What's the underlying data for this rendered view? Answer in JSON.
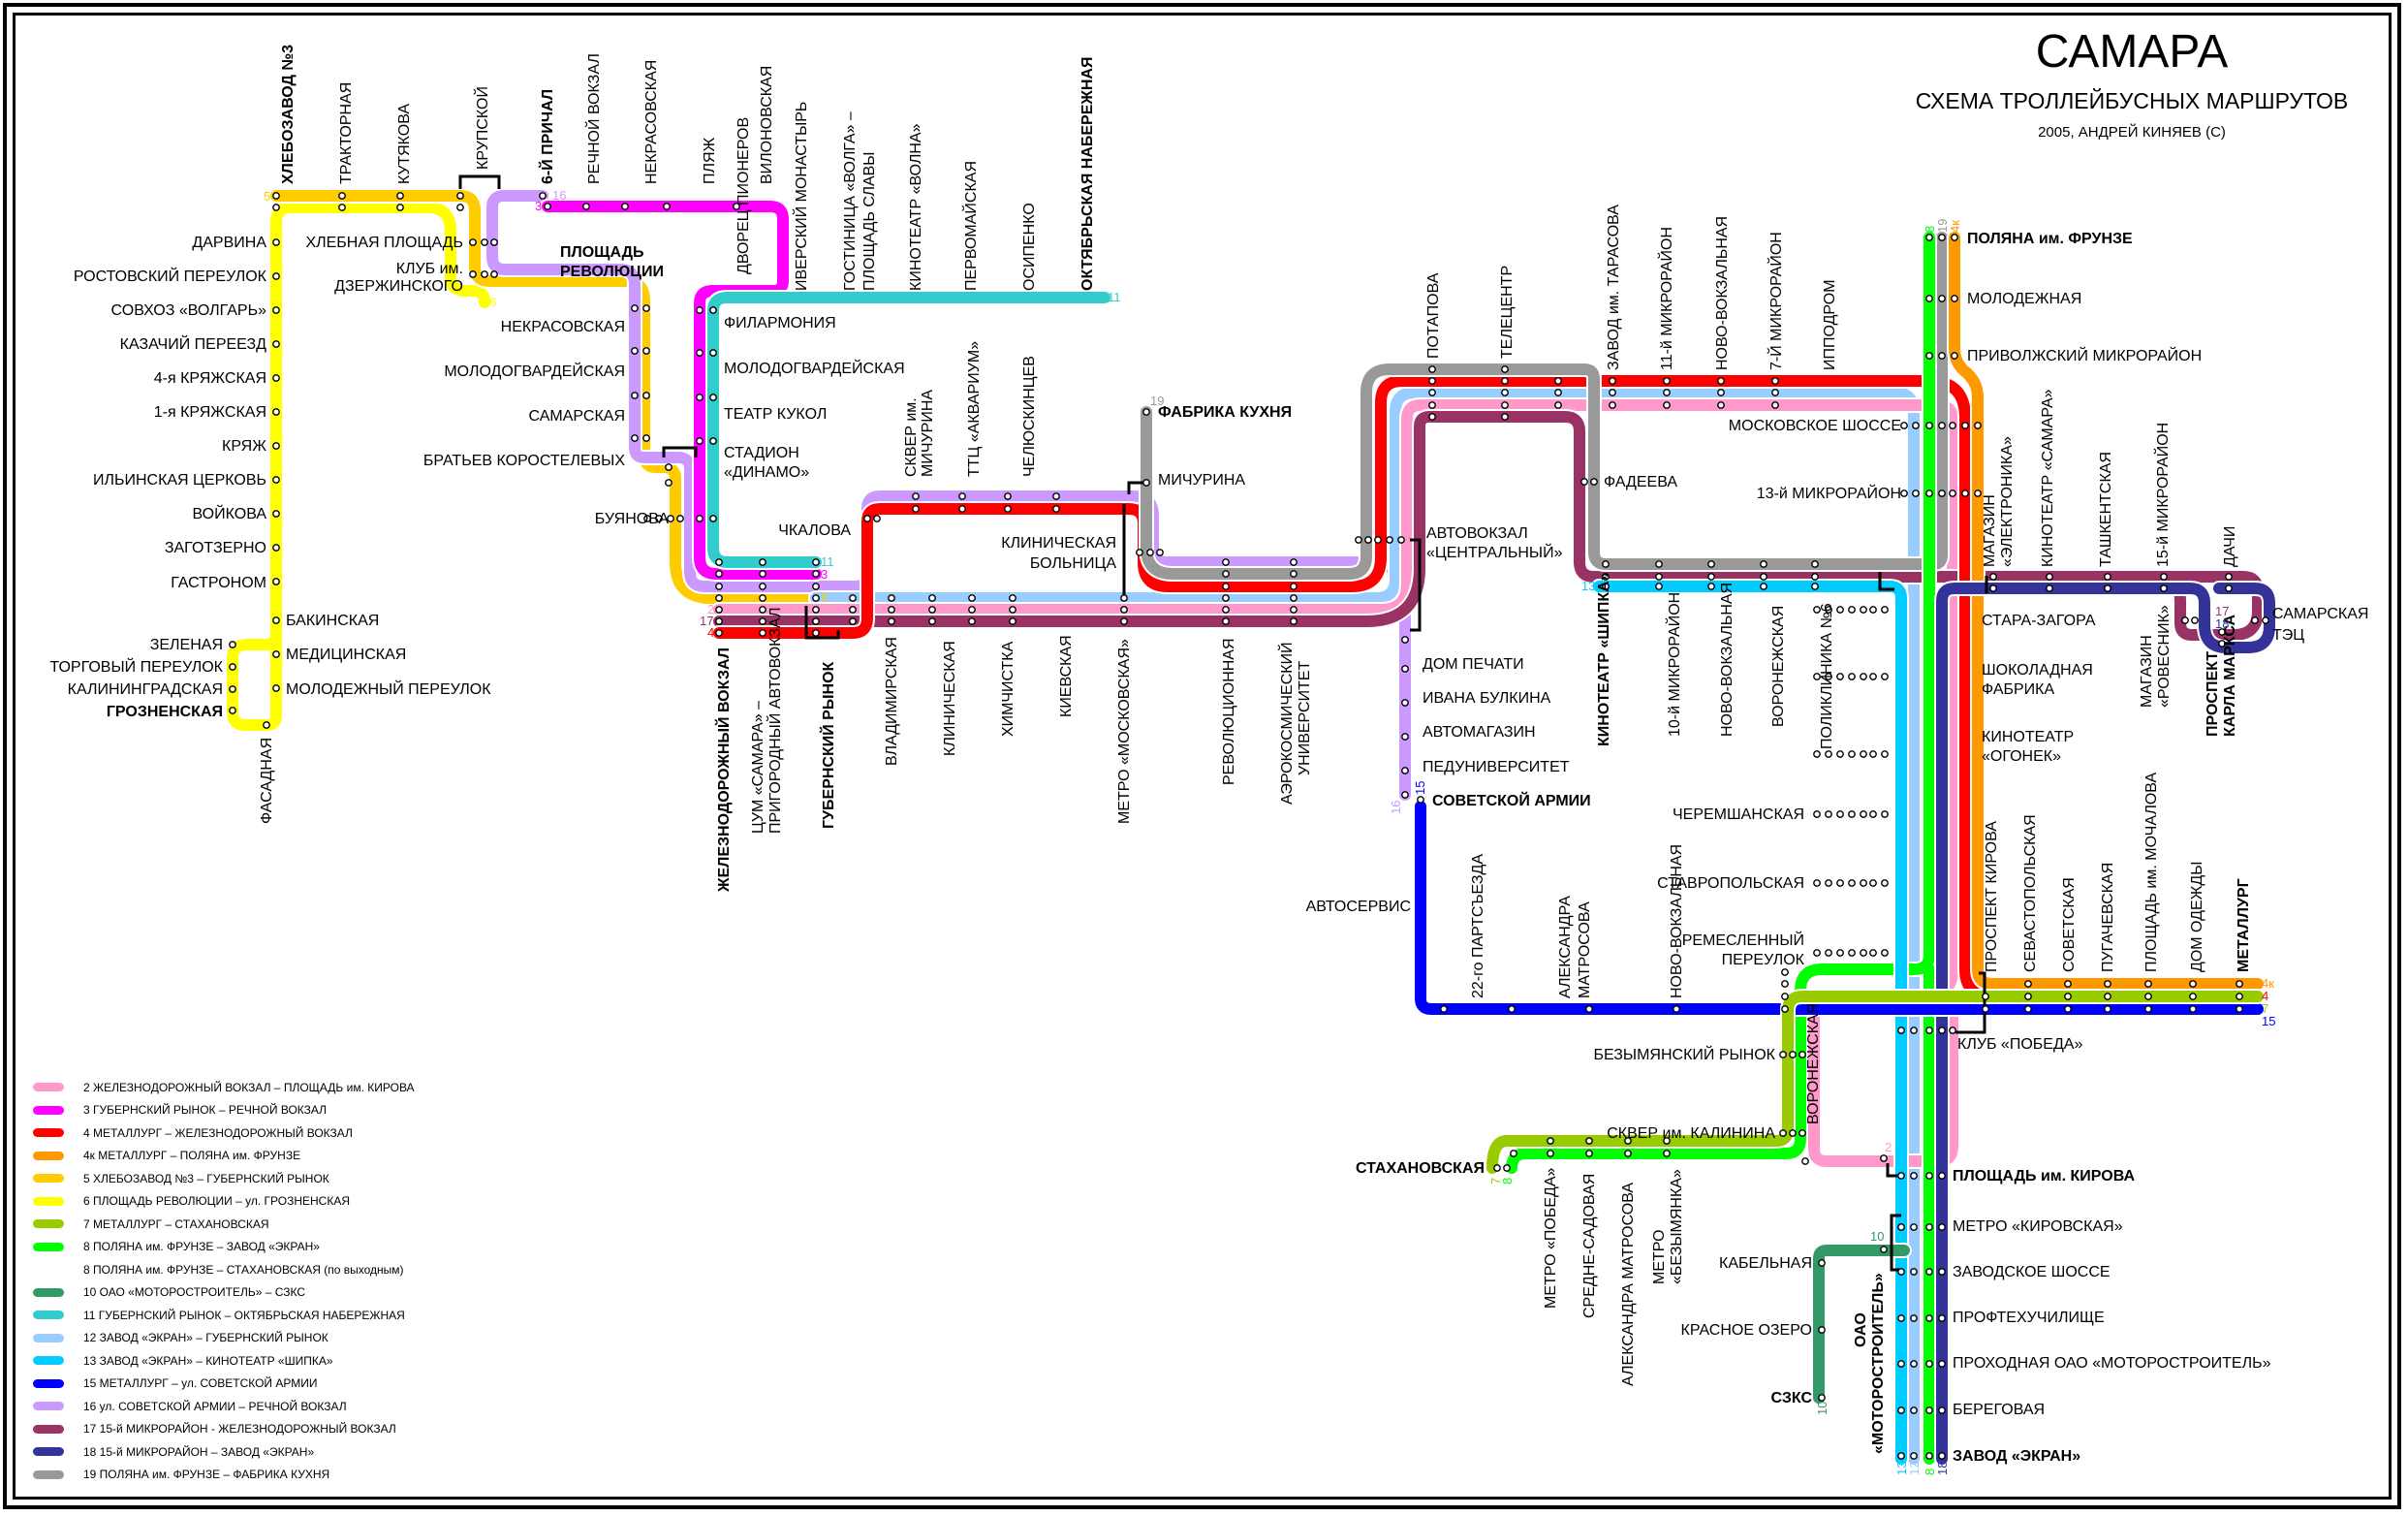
{
  "title": {
    "city": "САМАРА",
    "subtitle": "СХЕМА ТРОЛЛЕЙБУСНЫХ МАРШРУТОВ",
    "credit": "2005, АНДРЕЙ КИНЯЕВ (С)"
  },
  "routes": {
    "r2": {
      "number": "2",
      "color": "#ff99cc",
      "name": "ЖЕЛЕЗНОДОРОЖНЫЙ ВОКЗАЛ – ПЛОЩАДЬ им. КИРОВА"
    },
    "r3": {
      "number": "3",
      "color": "#ff00ff",
      "name": "ГУБЕРНСКИЙ РЫНОК – РЕЧНОЙ ВОКЗАЛ"
    },
    "r4": {
      "number": "4",
      "color": "#ff0000",
      "name": "МЕТАЛЛУРГ – ЖЕЛЕЗНОДОРОЖНЫЙ ВОКЗАЛ"
    },
    "r4k": {
      "number": "4к",
      "color": "#ff9900",
      "name": "МЕТАЛЛУРГ – ПОЛЯНА им. ФРУНЗЕ"
    },
    "r5": {
      "number": "5",
      "color": "#ffcc00",
      "name": "ХЛЕБОЗАВОД №3 – ГУБЕРНСКИЙ РЫНОК"
    },
    "r6": {
      "number": "6",
      "color": "#ffff00",
      "name": "ПЛОЩАДЬ РЕВОЛЮЦИИ – ул. ГРОЗНЕНСКАЯ"
    },
    "r7": {
      "number": "7",
      "color": "#99cc00",
      "name": "МЕТАЛЛУРГ – СТАХАНОВСКАЯ"
    },
    "r8": {
      "number": "8",
      "color": "#00ff00",
      "name": "ПОЛЯНА им. ФРУНЗЕ – ЗАВОД «ЭКРАН»"
    },
    "r8w": {
      "number": "8",
      "color": "",
      "name": "ПОЛЯНА им. ФРУНЗЕ – СТАХАНОВСКАЯ (по выходным)"
    },
    "r10": {
      "number": "10",
      "color": "#339966",
      "name": "ОАО «МОТОРОСТРОИТЕЛЬ» – СЗКС"
    },
    "r11": {
      "number": "11",
      "color": "#33cccc",
      "name": "ГУБЕРНСКИЙ РЫНОК – ОКТЯБРЬСКАЯ НАБЕРЕЖНАЯ"
    },
    "r12": {
      "number": "12",
      "color": "#99ccff",
      "name": "ЗАВОД «ЭКРАН» – ГУБЕРНСКИЙ РЫНОК"
    },
    "r13": {
      "number": "13",
      "color": "#00ccff",
      "name": "ЗАВОД «ЭКРАН» – КИНОТЕАТР «ШИПКА»"
    },
    "r15": {
      "number": "15",
      "color": "#0000ff",
      "name": "МЕТАЛЛУРГ – ул. СОВЕТСКОЙ АРМИИ"
    },
    "r16": {
      "number": "16",
      "color": "#cc99ff",
      "name": "ул. СОВЕТСКОЙ АРМИИ – РЕЧНОЙ ВОКЗАЛ"
    },
    "r17": {
      "number": "17",
      "color": "#993366",
      "name": "15-й МИКРОРАЙОН - ЖЕЛЕЗНОДОРОЖНЫЙ ВОКЗАЛ"
    },
    "r18": {
      "number": "18",
      "color": "#333399",
      "name": "15-й МИКРОРАЙОН – ЗАВОД «ЭКРАН»"
    },
    "r19": {
      "number": "19",
      "color": "#999999",
      "name": "ПОЛЯНА им. ФРУНЗЕ – ФАБРИКА КУХНЯ"
    }
  },
  "legend": [
    {
      "text": "2 ЖЕЛЕЗНОДОРОЖНЫЙ ВОКЗАЛ – ПЛОЩАДЬ им. КИРОВА",
      "color": "#ff99cc"
    },
    {
      "text": "3 ГУБЕРНСКИЙ РЫНОК – РЕЧНОЙ ВОКЗАЛ",
      "color": "#ff00ff"
    },
    {
      "text": "4 МЕТАЛЛУРГ – ЖЕЛЕЗНОДОРОЖНЫЙ ВОКЗАЛ",
      "color": "#ff0000"
    },
    {
      "text": "4к МЕТАЛЛУРГ – ПОЛЯНА им. ФРУНЗЕ",
      "color": "#ff9900"
    },
    {
      "text": "5 ХЛЕБОЗАВОД №3 – ГУБЕРНСКИЙ РЫНОК",
      "color": "#ffcc00"
    },
    {
      "text": "6 ПЛОЩАДЬ РЕВОЛЮЦИИ – ул. ГРОЗНЕНСКАЯ",
      "color": "#ffff00"
    },
    {
      "text": "7 МЕТАЛЛУРГ – СТАХАНОВСКАЯ",
      "color": "#99cc00"
    },
    {
      "text": "8 ПОЛЯНА им. ФРУНЗЕ – ЗАВОД «ЭКРАН»",
      "color": "#00ff00"
    },
    {
      "text": "8 ПОЛЯНА им. ФРУНЗЕ – СТАХАНОВСКАЯ (по выходным)",
      "color": ""
    },
    {
      "text": "10 ОАО «МОТОРОСТРОИТЕЛЬ» – СЗКС",
      "color": "#339966"
    },
    {
      "text": "11 ГУБЕРНСКИЙ РЫНОК – ОКТЯБРЬСКАЯ НАБЕРЕЖНАЯ",
      "color": "#33cccc"
    },
    {
      "text": "12 ЗАВОД «ЭКРАН» – ГУБЕРНСКИЙ РЫНОК",
      "color": "#99ccff"
    },
    {
      "text": "13 ЗАВОД «ЭКРАН» – КИНОТЕАТР «ШИПКА»",
      "color": "#00ccff"
    },
    {
      "text": "15 МЕТАЛЛУРГ – ул. СОВЕТСКОЙ АРМИИ",
      "color": "#0000ff"
    },
    {
      "text": "16 ул. СОВЕТСКОЙ АРМИИ – РЕЧНОЙ ВОКЗАЛ",
      "color": "#cc99ff"
    },
    {
      "text": "17 15-й МИКРОРАЙОН - ЖЕЛЕЗНОДОРОЖНЫЙ ВОКЗАЛ",
      "color": "#993366"
    },
    {
      "text": "18 15-й МИКРОРАЙОН – ЗАВОД «ЭКРАН»",
      "color": "#333399"
    },
    {
      "text": "19 ПОЛЯНА им. ФРУНЗЕ – ФАБРИКА КУХНЯ",
      "color": "#999999"
    }
  ],
  "stations": {
    "hlebozavod": "ХЛЕБОЗАВОД №3",
    "traktornaya": "ТРАКТОРНАЯ",
    "kutyakova": "КУТЯКОВА",
    "krupskoy": "КРУПСКОЙ",
    "prichal6": "6-Й ПРИЧАЛ",
    "rechnoy": "РЕЧНОЙ ВОКЗАЛ",
    "nekrasovskaya_top": "НЕКРАСОВСКАЯ",
    "plyazh": "ПЛЯЖ",
    "dvorets": "ДВОРЕЦ ПИОНЕРОВ",
    "vilonovskaya": "ВИЛОНОВСКАЯ",
    "iversky": "ИВЕРСКИЙ МОНАСТЫРЬ",
    "gostinitsa": "ГОСТИНИЦА «ВОЛГА» –",
    "gostinitsa2": "ПЛОЩАДЬ СЛАВЫ",
    "volna": "КИНОТЕАТР «ВОЛНА»",
    "pervomayskaya": "ПЕРВОМАЙСКАЯ",
    "osipenko": "ОСИПЕНКО",
    "oktyabrskaya": "ОКТЯБРЬСКАЯ НАБЕРЕЖНАЯ",
    "darvina": "ДАРВИНА",
    "rostovsky": "РОСТОВСКИЙ ПЕРЕУЛОК",
    "sovhoz": "СОВХОЗ «ВОЛГАРЬ»",
    "kazachiy": "КАЗАЧИЙ ПЕРЕЕЗД",
    "kryazhskaya4": "4-я КРЯЖСКАЯ",
    "kryazhskaya1": "1-я КРЯЖСКАЯ",
    "kryazh": "КРЯЖ",
    "ilyinskaya": "ИЛЬИНСКАЯ ЦЕРКОВЬ",
    "voykova": "ВОЙКОВА",
    "zagotzerno": "ЗАГОТЗЕРНО",
    "gastronom": "ГАСТРОНОМ",
    "bakinskaya": "БАКИНСКАЯ",
    "zelenaya": "ЗЕЛЕНАЯ",
    "torgovy": "ТОРГОВЫЙ ПЕРЕУЛОК",
    "meditsinskaya": "МЕДИЦИНСКАЯ",
    "kaliningradskaya": "КАЛИНИНГРАДСКАЯ",
    "molodezhny_per": "МОЛОДЕЖНЫЙ ПЕРЕУЛОК",
    "groznenskaya": "ГРОЗНЕНСКАЯ",
    "fasadnaya": "ФАСАДНАЯ",
    "hlebnaya": "ХЛЕБНАЯ ПЛОЩАДЬ",
    "klub_dz1": "КЛУБ им.",
    "klub_dz2": "ДЗЕРЖИНСКОГО",
    "pl_rev1": "ПЛОЩАДЬ",
    "pl_rev2": "РЕВОЛЮЦИИ",
    "nekrasovskaya": "НЕКРАСОВСКАЯ",
    "molodogv_left": "МОЛОДОГВАРДЕЙСКАЯ",
    "samarskaya": "САМАРСКАЯ",
    "korostelevy": "БРАТЬЕВ КОРОСТЕЛЕВЫХ",
    "buyanova": "БУЯНОВА",
    "filarmoniya": "ФИЛАРМОНИЯ",
    "molodogv_right": "МОЛОДОГВАРДЕЙСКАЯ",
    "teatr_kukol": "ТЕАТР КУКОЛ",
    "dinamo1": "СТАДИОН",
    "dinamo2": "«ДИНАМО»",
    "chkalova": "ЧКАЛОВА",
    "skver_mich1": "СКВЕР им.",
    "skver_mich2": "МИЧУРИНА",
    "akvarium": "ТТЦ «АКВАРИУМ»",
    "chelyuskintsev": "ЧЕЛЮСКИНЦЕВ",
    "fabrika_kuhnya": "ФАБРИКА КУХНЯ",
    "michurina": "МИЧУРИНА",
    "klin_bol1": "КЛИНИЧЕСКАЯ",
    "klin_bol2": "БОЛЬНИЦА",
    "zhd_vokzal": "ЖЕЛЕЗНОДОРОЖНЫЙ ВОКЗАЛ",
    "tsum1": "ЦУМ «САМАРА» –",
    "tsum2": "ПРИГОРОДНЫЙ АВТОВОКЗАЛ",
    "gubernsky": "ГУБЕРНСКИЙ РЫНОК",
    "vladimirskaya": "ВЛАДИМИРСКАЯ",
    "klinicheskaya": "КЛИНИЧЕСКАЯ",
    "himchistka": "ХИМЧИСТКА",
    "kievskaya": "КИЕВСКАЯ",
    "metro_mosk": "МЕТРО «МОСКОВСКАЯ»",
    "revolyutsionnaya": "РЕВОЛЮЦИОННАЯ",
    "aero1": "АЭРОКОСМИЧЕСКИЙ",
    "aero2": "УНИВЕРСИТЕТ",
    "potapova": "ПОТАПОВА",
    "telecentr": "ТЕЛЕЦЕНТР",
    "tarasova": "ЗАВОД им. ТАРАСОВА",
    "mkr11": "11-й МИКРОРАЙОН",
    "novovokz_top": "НОВО-ВОКЗАЛЬНАЯ",
    "mkr7": "7-Й МИКРОРАЙОН",
    "ippodrom": "ИППОДРОМ",
    "avtovokzal1": "АВТОВОКЗАЛ",
    "avtovokzal2": "«ЦЕНТРАЛЬНЫЙ»",
    "fadeeva": "ФАДЕЕВА",
    "mosk_shosse": "МОСКОВСКОЕ ШОССЕ",
    "mkr13": "13-й МИКРОРАЙОН",
    "dom_pechati": "ДОМ ПЕЧАТИ",
    "bulkina": "ИВАНА БУЛКИНА",
    "avtomagazin": "АВТОМАГАЗИН",
    "peduniversitet": "ПЕДУНИВЕРСИТЕТ",
    "sov_armii": "СОВЕТСКОЙ АРМИИ",
    "avtoservis": "АВТОСЕРВИС",
    "partsyezd": "22-го ПАРТСЪЕЗДА",
    "matrosova1": "АЛЕКСАНДРА",
    "matrosova2": "МАТРОСОВА",
    "novovokz_bottom": "НОВО-ВОКЗАЛЬНАЯ",
    "shipka": "КИНОТЕАТР «ШИПКА»",
    "mkr10": "10-й МИКРОРАЙОН",
    "novovokz_mid": "НОВО-ВОКЗАЛЬНАЯ",
    "voronezhskaya_top": "ВОРОНЕЖСКАЯ",
    "poliklinika": "ПОЛИКЛИНИКА №6",
    "polyana": "ПОЛЯНА им. ФРУНЗЕ",
    "molodezhnaya": "МОЛОДЕЖНАЯ",
    "privolzhsky": "ПРИВОЛЖСКИЙ МИКРОРАЙОН",
    "elektronika1": "МАГАЗИН",
    "elektronika2": "«ЭЛЕКТРОНИКА»",
    "kino_samara": "КИНОТЕАТР «САМАРА»",
    "tashkentskaya": "ТАШКЕНТСКАЯ",
    "mkr15": "15-й МИКРОРАЙОН",
    "dachi": "ДАЧИ",
    "stara_zagora": "СТАРА-ЗАГОРА",
    "samarskaya_tets1": "САМАРСКАЯ",
    "samarskaya_tets2": "ТЭЦ",
    "rovesnik1": "МАГАЗИН",
    "rovesnik2": "«РОВЕСНИК»",
    "karla_marksa1": "ПРОСПЕКТ",
    "karla_marksa2": "КАРЛА МАРКСА",
    "shokolad1": "ШОКОЛАДНАЯ",
    "shokolad2": "ФАБРИКА",
    "ogonek1": "КИНОТЕАТР",
    "ogonek2": "«ОГОНЕК»",
    "cheremshanskaya": "ЧЕРЕМШАНСКАЯ",
    "stavropolskaya": "СТАВРОПОЛЬСКАЯ",
    "remeslenny1": "РЕМЕСЛЕННЫЙ",
    "remeslenny2": "ПЕРЕУЛОК",
    "pr_kirova": "ПРОСПЕКТ КИРОВА",
    "sevastopolskaya": "СЕВАСТОПОЛЬСКАЯ",
    "sovetskaya": "СОВЕТСКАЯ",
    "pugachevskaya": "ПУГАЧЕВСКАЯ",
    "mochalova": "ПЛОЩАДЬ им. МОЧАЛОВА",
    "dom_odezhdy": "ДОМ ОДЕЖДЫ",
    "metallurg": "МЕТАЛЛУРГ",
    "klub_pobeda": "КЛУБ «ПОБЕДА»",
    "bezymyansky": "БЕЗЫМЯНСКИЙ РЫНОК",
    "voronezhskaya": "ВОРОНЕЖСКАЯ",
    "skver_kalinina": "СКВЕР им. КАЛИНИНА",
    "stahanovskaya": "СТАХАНОВСКАЯ",
    "metro_pobeda": "МЕТРО «ПОБЕДА»",
    "sredne_sadovaya": "СРЕДНЕ-САДОВАЯ",
    "al_matrosova": "АЛЕКСАНДРА МАТРОСОВА",
    "metro_bez1": "МЕТРО",
    "metro_bez2": "«БЕЗЫМЯНКА»",
    "pl_kirova": "ПЛОЩАДЬ им. КИРОВА",
    "metro_kirovskaya": "МЕТРО «КИРОВСКАЯ»",
    "zavodskoe": "ЗАВОДСКОЕ ШОССЕ",
    "proftech": "ПРОФТЕХУЧИЛИЩЕ",
    "prohodnaya": "ПРОХОДНАЯ ОАО «МОТОРОСТРОИТЕЛЬ»",
    "beregovaya": "БЕРЕГОВАЯ",
    "zavod_ekran": "ЗАВОД «ЭКРАН»",
    "kabelnaya": "КАБЕЛЬНАЯ",
    "krasnoe_ozero": "КРАСНОЕ ОЗЕРО",
    "szks": "СЗКС",
    "motor1": "ОАО",
    "motor2": "«МОТОРОСТРОИТЕЛЬ»"
  }
}
